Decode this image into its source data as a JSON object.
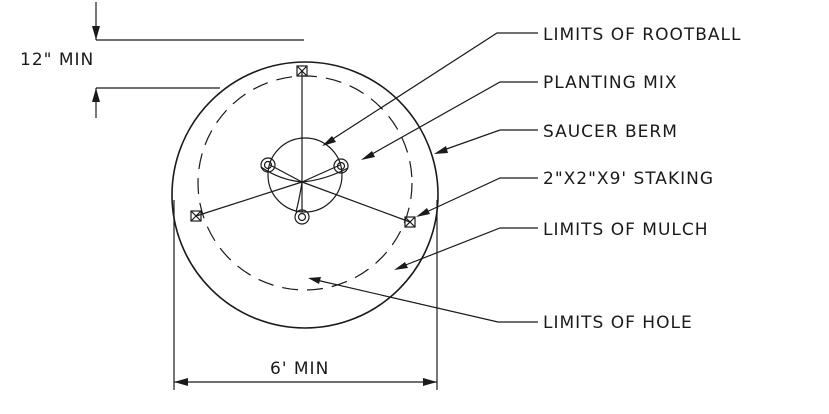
{
  "labels": {
    "min_depth": "12\" MIN",
    "rootball": "LIMITS OF ROOTBALL",
    "planting_mix": "PLANTING MIX",
    "saucer_berm": "SAUCER BERM",
    "staking": "2\"X2\"X9' STAKING",
    "mulch": "LIMITS OF MULCH",
    "hole": "LIMITS OF HOLE",
    "width": "6' MIN"
  }
}
